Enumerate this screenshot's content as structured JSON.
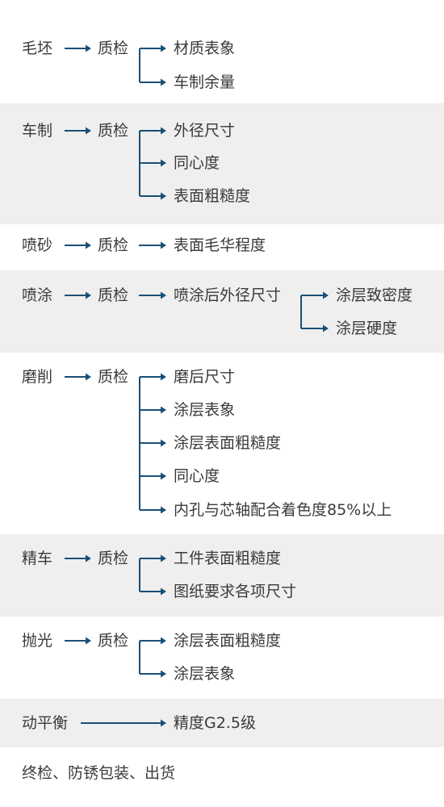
{
  "steps": [
    {
      "label": "毛坯",
      "check": "质检",
      "targets": [
        "材质表象",
        "车制余量"
      ]
    },
    {
      "label": "车制",
      "check": "质检",
      "targets": [
        "外径尺寸",
        "同心度",
        "表面粗糙度"
      ]
    },
    {
      "label": "喷砂",
      "check": "质检",
      "targets": [
        "表面毛华程度"
      ]
    },
    {
      "label": "喷涂",
      "check": "质检",
      "targets": [
        "喷涂后外径尺寸"
      ],
      "sub_targets": [
        "涂层致密度",
        "涂层硬度"
      ]
    },
    {
      "label": "磨削",
      "check": "质检",
      "targets": [
        "磨后尺寸",
        "涂层表象",
        "涂层表面粗糙度",
        "同心度",
        "内孔与芯轴配合着色度85%以上"
      ]
    },
    {
      "label": "精车",
      "check": "质检",
      "targets": [
        "工件表面粗糙度",
        "图纸要求各项尺寸"
      ]
    },
    {
      "label": "抛光",
      "check": "质检",
      "targets": [
        "涂层表面粗糙度",
        "涂层表象"
      ]
    },
    {
      "label": "动平衡",
      "targets": [
        "精度G2.5级"
      ]
    }
  ],
  "final_step": "终检、防锈包装、出货",
  "colors": {
    "arrow": "#1b4f75",
    "band": "#efefef",
    "text": "#3a3a3a"
  }
}
